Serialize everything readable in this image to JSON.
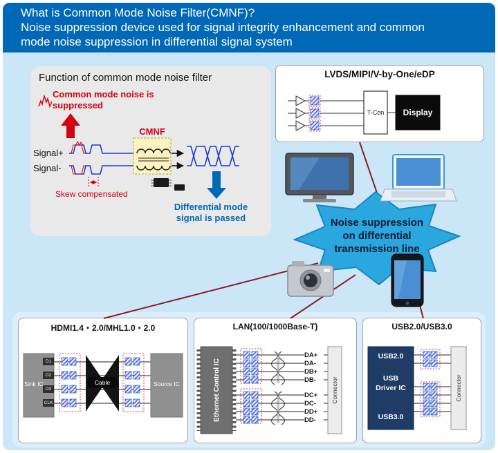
{
  "colors": {
    "header_bg": "#0068b6",
    "main_bg": "#cbe6f6",
    "panel_bg": "#ddeefb",
    "accent_red": "#d50012",
    "accent_blue": "#0068b6",
    "starburst_blue": "#2ba7e0",
    "connector_line_red": "#8b1c24"
  },
  "header": {
    "line1": "What is Common Mode Noise Filter(CMNF)?",
    "line2": "Noise suppression device used for signal integrity enhancement and common",
    "line3": "mode noise suppression in differential signal system"
  },
  "function_box": {
    "title": "Function of common mode noise filter",
    "noise_text": "Common mode noise is\nsuppressed",
    "cmnf_label": "CMNF",
    "signal_plus": "Signal+",
    "signal_minus": "Signal-",
    "skew_label": "Skew compensated",
    "passed_text": "Differential mode\nsignal is passed"
  },
  "lvds_box": {
    "title": "LVDS/MIPI/V-by-One/eDP",
    "tcon_label": "T-Con",
    "display_label": "Display"
  },
  "starburst": {
    "text": "Noise suppression\non differential\ntransmission line"
  },
  "hdmi_box": {
    "title": "HDMI1.4・2.0/MHL1.0・2.0",
    "sink_label": "Sink IC",
    "cable_label": "Cable",
    "source_label": "Source IC",
    "pins": [
      "D1",
      "D2",
      "D3",
      "CLK"
    ]
  },
  "lan_box": {
    "title": "LAN(100/1000Base-T)",
    "ic_label": "Ethernet Control IC",
    "connector_label": "Connector",
    "labels": [
      "DA+",
      "DA-",
      "DB+",
      "DB-",
      "DC+",
      "DC-",
      "DD+",
      "DD-"
    ]
  },
  "usb_box": {
    "title": "USB2.0/USB3.0",
    "block_lines": [
      "USB2.0",
      "USB",
      "Driver IC",
      "USB3.0"
    ],
    "connector_label": "Connector"
  }
}
